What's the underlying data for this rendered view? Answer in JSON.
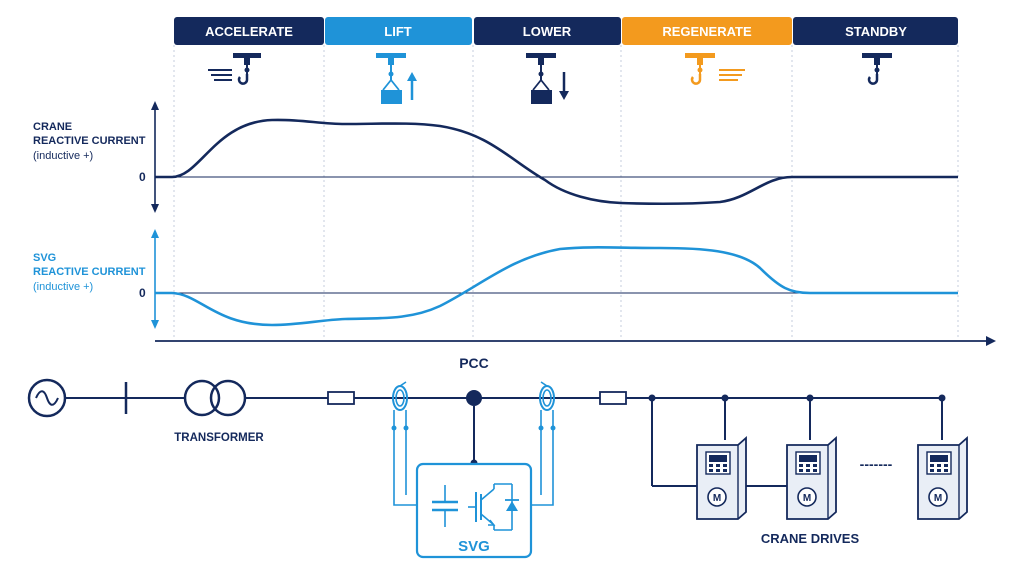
{
  "phases": [
    {
      "label": "ACCELERATE",
      "color": "#14295c"
    },
    {
      "label": "LIFT",
      "color": "#1f93d8"
    },
    {
      "label": "LOWER",
      "color": "#14295c"
    },
    {
      "label": "REGENERATE",
      "color": "#f39a1e"
    },
    {
      "label": "STANDBY",
      "color": "#14295c"
    }
  ],
  "plots": {
    "crane": {
      "title_line1": "CRANE",
      "title_line2": "REACTIVE CURRENT",
      "title_line3": "(inductive +)",
      "zero_label": "0",
      "color": "#14295c",
      "description": "rises during accelerate/lift, goes negative during lower/regenerate, zero at standby"
    },
    "svg": {
      "title_line1": "SVG",
      "title_line2": "REACTIVE CURRENT",
      "title_line3": "(inductive +)",
      "zero_label": "0",
      "color": "#1f93d8",
      "description": "mirror of crane current (compensation)"
    }
  },
  "diagram": {
    "pcc_label": "PCC",
    "transformer_label": "TRANSFORMER",
    "svg_label": "SVG",
    "drives_label": "CRANE DRIVES",
    "motor_symbol": "M",
    "ellipsis": "-------"
  },
  "colors": {
    "navy": "#14295c",
    "blue": "#1f93d8",
    "orange": "#f39a1e"
  }
}
